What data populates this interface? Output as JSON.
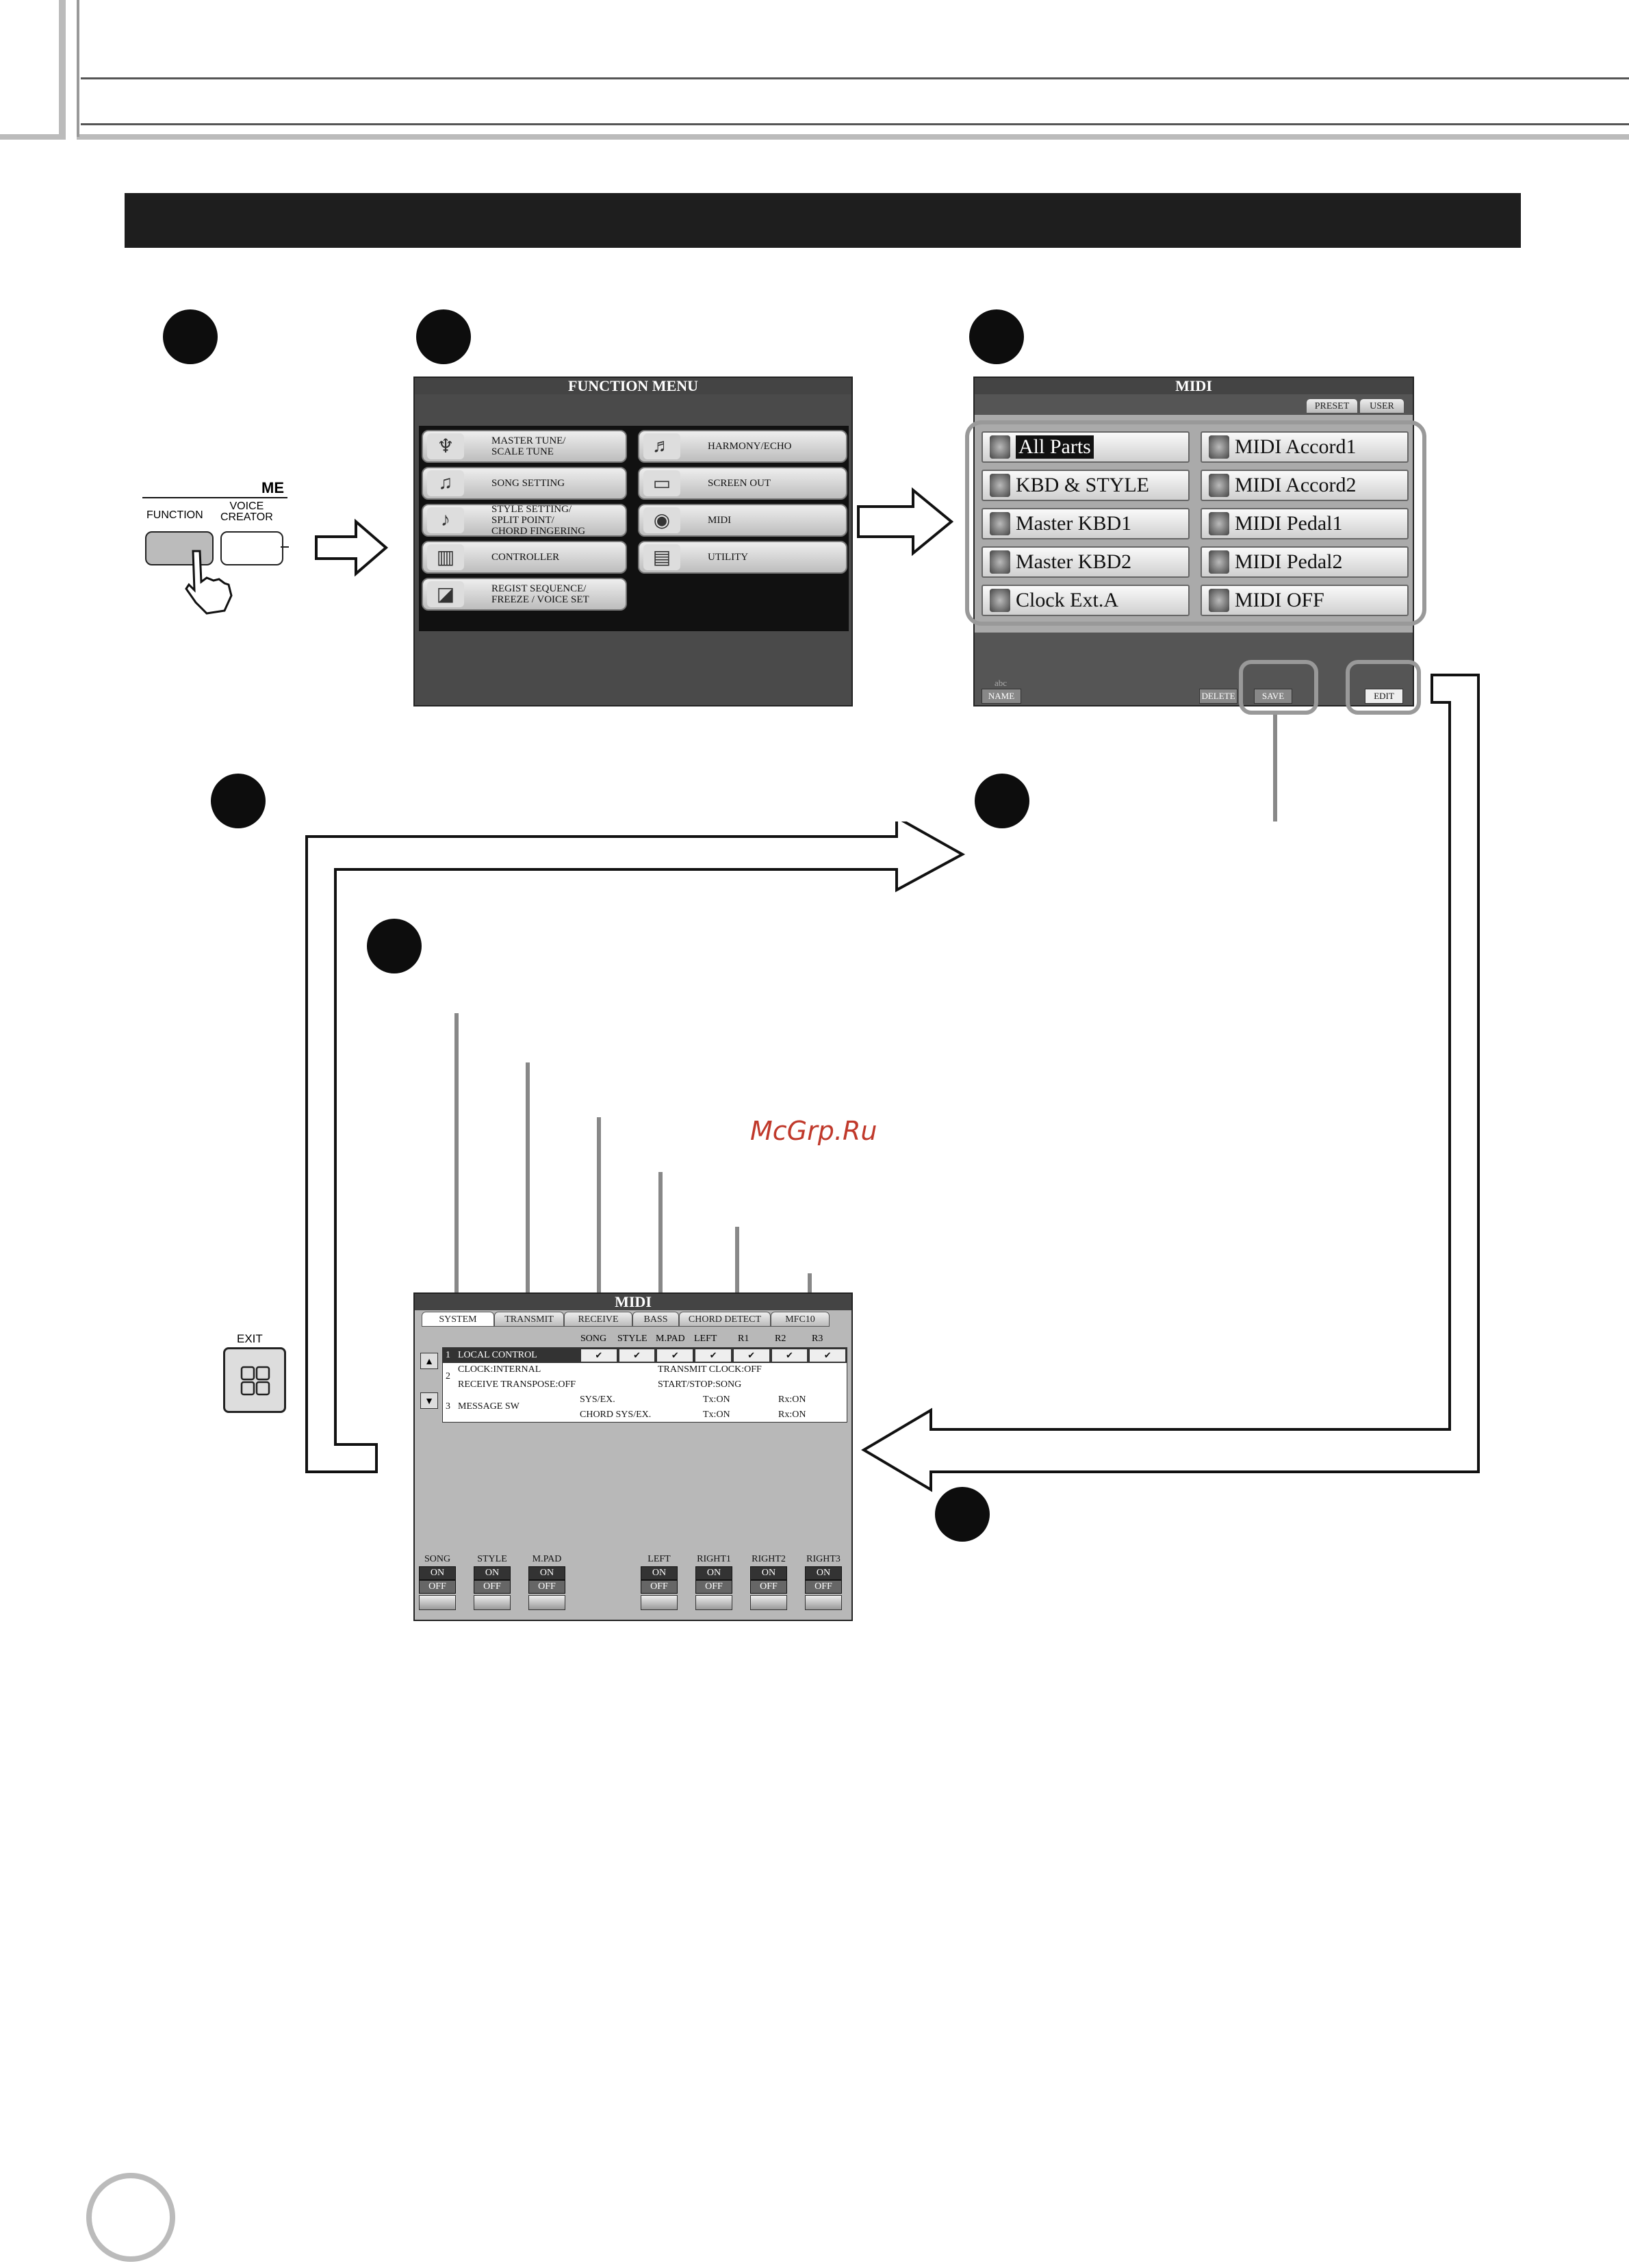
{
  "panel": {
    "me_label": "ME",
    "function_label": "FUNCTION",
    "voice_creator_label": "VOICE\nCREATOR",
    "exit_label": "EXIT"
  },
  "function_menu": {
    "title": "FUNCTION MENU",
    "left_items": [
      {
        "label": "MASTER TUNE/\nSCALE TUNE",
        "icon": "tuning-fork-icon"
      },
      {
        "label": "SONG SETTING",
        "icon": "music-note-icon"
      },
      {
        "label": "STYLE SETTING/\nSPLIT POINT/\nCHORD FINGERING",
        "icon": "style-icon"
      },
      {
        "label": "CONTROLLER",
        "icon": "controller-icon"
      },
      {
        "label": "REGIST SEQUENCE/\nFREEZE / VOICE SET",
        "icon": "registration-icon"
      }
    ],
    "right_items": [
      {
        "label": "HARMONY/ECHO",
        "icon": "harmony-icon"
      },
      {
        "label": "SCREEN OUT",
        "icon": "screen-icon"
      },
      {
        "label": "MIDI",
        "icon": "midi-icon"
      },
      {
        "label": "UTILITY",
        "icon": "utility-icon"
      }
    ]
  },
  "midi_preset": {
    "title": "MIDI",
    "tabs": [
      "PRESET",
      "USER"
    ],
    "left_presets": [
      "All Parts",
      "KBD & STYLE",
      "Master KBD1",
      "Master KBD2",
      "Clock Ext.A"
    ],
    "right_presets": [
      "MIDI Accord1",
      "MIDI Accord2",
      "MIDI Pedal1",
      "MIDI Pedal2",
      "MIDI OFF"
    ],
    "bottom_buttons": {
      "name": "NAME",
      "abc": "abc",
      "delete": "DELETE",
      "save": "SAVE",
      "edit": "EDIT"
    }
  },
  "midi_system": {
    "title": "MIDI",
    "tabs": [
      "SYSTEM",
      "TRANSMIT",
      "RECEIVE",
      "BASS",
      "CHORD DETECT",
      "MFC10"
    ],
    "columns": [
      "SONG",
      "STYLE",
      "M.PAD",
      "LEFT",
      "R1",
      "R2",
      "R3"
    ],
    "rows": {
      "r1_num": "1",
      "r1_label": "LOCAL CONTROL",
      "r2_num": "2",
      "clock": "CLOCK:INTERNAL",
      "transmit_clock": "TRANSMIT CLOCK:OFF",
      "receive_transpose": "RECEIVE TRANSPOSE:OFF",
      "start_stop": "START/STOP:SONG",
      "r3_num": "3",
      "r3_label": "MESSAGE SW",
      "sysex": "SYS/EX.",
      "sysex_tx": "Tx:ON",
      "sysex_rx": "Rx:ON",
      "chord_sysex": "CHORD SYS/EX.",
      "chord_tx": "Tx:ON",
      "chord_rx": "Rx:ON"
    },
    "controls": [
      {
        "label": "SONG",
        "on": "ON",
        "off": "OFF"
      },
      {
        "label": "STYLE",
        "on": "ON",
        "off": "OFF"
      },
      {
        "label": "M.PAD",
        "on": "ON",
        "off": "OFF"
      },
      {
        "label": "LEFT",
        "on": "ON",
        "off": "OFF"
      },
      {
        "label": "RIGHT1",
        "on": "ON",
        "off": "OFF"
      },
      {
        "label": "RIGHT2",
        "on": "ON",
        "off": "OFF"
      },
      {
        "label": "RIGHT3",
        "on": "ON",
        "off": "OFF"
      }
    ]
  },
  "watermark": "McGrp.Ru"
}
